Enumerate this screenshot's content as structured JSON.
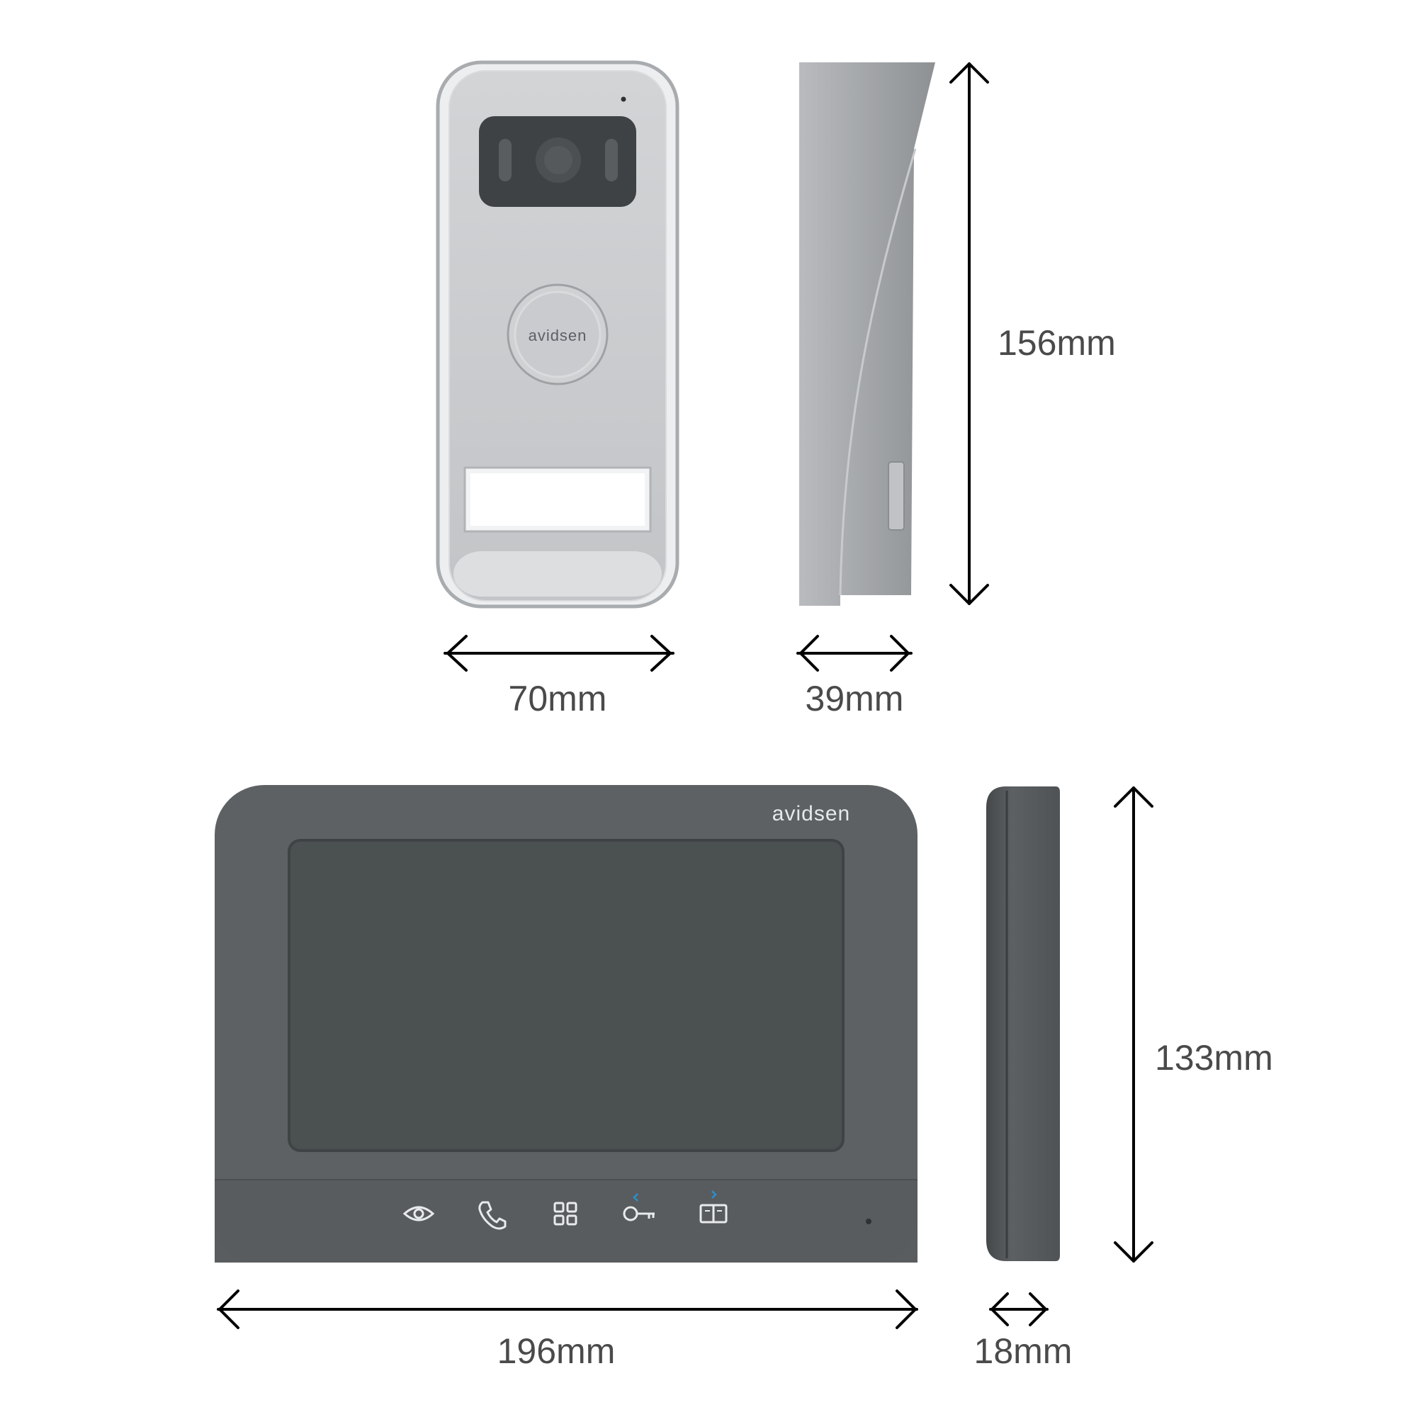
{
  "doorbell": {
    "brand": "avidsen"
  },
  "monitor": {
    "brand": "avidsen",
    "buttons": [
      {
        "name": "eye-icon"
      },
      {
        "name": "phone-icon"
      },
      {
        "name": "menu-grid-icon"
      },
      {
        "name": "key-icon"
      },
      {
        "name": "gate-icon"
      }
    ]
  },
  "dimensions": {
    "doorbell_width": "70mm",
    "doorbell_depth": "39mm",
    "doorbell_height": "156mm",
    "monitor_width": "196mm",
    "monitor_depth": "18mm",
    "monitor_height": "133mm"
  },
  "colors": {
    "doorbell_face": "#c9cbce",
    "doorbell_frame": "#e4e6e8",
    "monitor_body": "#5d6163",
    "monitor_screen": "#4b5051",
    "accent_blue": "#2a8fd0"
  }
}
